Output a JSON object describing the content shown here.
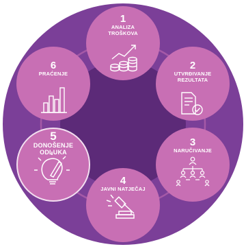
{
  "colors": {
    "outer_ring": "#7b3f98",
    "inner_hub": "#5c2a78",
    "step_fill": "#c86fb4",
    "step_active_fill": "#f3dff0",
    "step_text": "#ffffff",
    "icon_stroke": "#ffffff"
  },
  "steps": [
    {
      "number": "1",
      "label_lines": [
        "ANALIZA",
        "TROŠKOVA"
      ],
      "icon": "coins-growth-icon"
    },
    {
      "number": "2",
      "label_lines": [
        "UTVRĐIVANJE",
        "REZULTATA"
      ],
      "icon": "document-check-icon"
    },
    {
      "number": "3",
      "label_lines": [
        "NARUČIVANJE"
      ],
      "icon": "hierarchy-people-icon"
    },
    {
      "number": "4",
      "label_lines": [
        "JAVNI NATJEČAJ"
      ],
      "icon": "gavel-icon"
    },
    {
      "number": "5",
      "label_lines": [
        "DONOŠENJE",
        "ODLUKA"
      ],
      "icon": "lightbulb-pencil-icon",
      "active": true
    },
    {
      "number": "6",
      "label_lines": [
        "PRAĆENJE"
      ],
      "icon": "bar-chart-icon"
    }
  ]
}
